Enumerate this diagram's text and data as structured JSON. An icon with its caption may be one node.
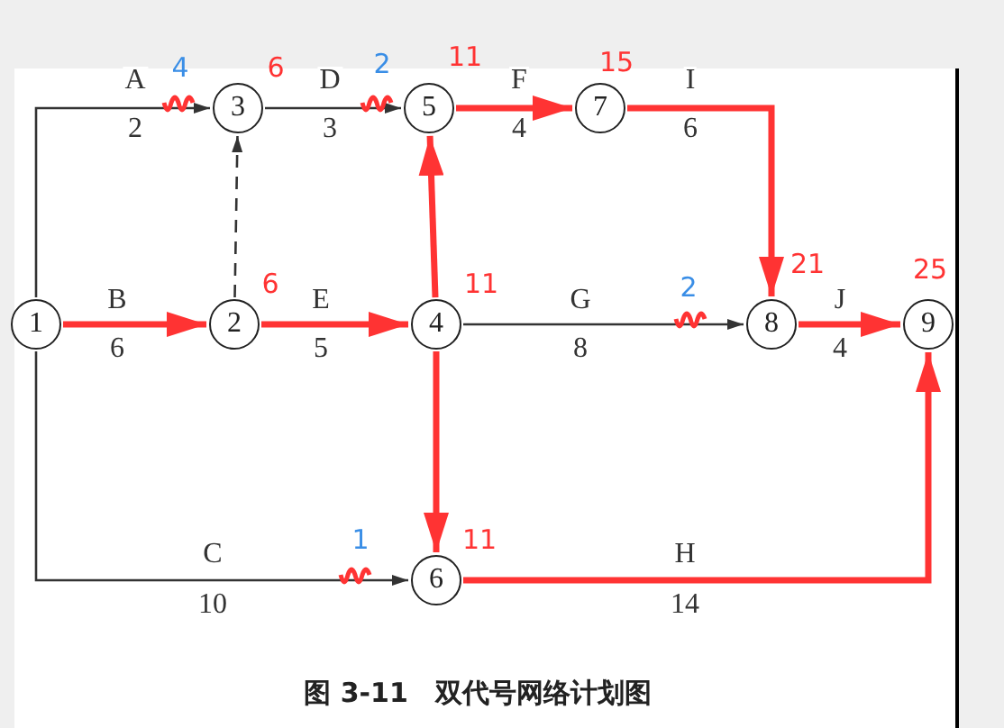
{
  "diagram": {
    "caption": "图 3-11　双代号网络计划图",
    "nodes": [
      {
        "text": [
          "1"
        ]
      },
      {
        "text": [
          "2"
        ],
        "beside": [
          "6"
        ]
      },
      {
        "text": [
          "3"
        ],
        "beside": [
          "6"
        ]
      },
      {
        "text": [
          "4"
        ],
        "beside": [
          "11"
        ]
      },
      {
        "text": [
          "5"
        ],
        "beside": [
          "11"
        ]
      },
      {
        "text": [
          "6"
        ],
        "beside": [
          "11"
        ]
      },
      {
        "text": [
          "7"
        ],
        "beside": [
          "15"
        ]
      },
      {
        "text": [
          "8"
        ],
        "beside": [
          "21"
        ]
      },
      {
        "text": [
          "9"
        ],
        "beside": [
          "25"
        ]
      }
    ],
    "edges": [
      {
        "from": 0,
        "to": 2,
        "arrow": "to",
        "label": "A",
        "color": "#333333"
      },
      {
        "from": 0,
        "to": 1,
        "arrow": "to",
        "label": "B",
        "color": "#ff3333"
      },
      {
        "from": 0,
        "to": 5,
        "arrow": "to",
        "label": "C",
        "color": "#333333"
      },
      {
        "from": 1,
        "to": 2,
        "arrow": "to",
        "style": "dashed",
        "color": "#333333"
      },
      {
        "from": 2,
        "to": 4,
        "arrow": "to",
        "label": "D",
        "color": "#333333"
      },
      {
        "from": 1,
        "to": 3,
        "arrow": "to",
        "label": "E",
        "color": "#ff3333"
      },
      {
        "from": 3,
        "to": 4,
        "arrow": "to",
        "color": "#ff3333"
      },
      {
        "from": 3,
        "to": 5,
        "arrow": "to",
        "color": "#ff3333"
      },
      {
        "from": 4,
        "to": 6,
        "arrow": "to",
        "label": "F",
        "color": "#ff3333"
      },
      {
        "from": 3,
        "to": 7,
        "arrow": "to",
        "label": "G",
        "color": "#333333"
      },
      {
        "from": 6,
        "to": 7,
        "arrow": "to",
        "label": "I",
        "color": "#ff3333"
      },
      {
        "from": 7,
        "to": 8,
        "arrow": "to",
        "label": "J",
        "color": "#ff3333"
      },
      {
        "from": 5,
        "to": 8,
        "arrow": "to",
        "label": "H",
        "color": "#ff3333"
      }
    ],
    "labels": [
      "2",
      "6",
      "10",
      "3",
      "5",
      "4",
      "8",
      "6",
      "4",
      "14",
      "4",
      "2",
      "2",
      "1"
    ]
  }
}
